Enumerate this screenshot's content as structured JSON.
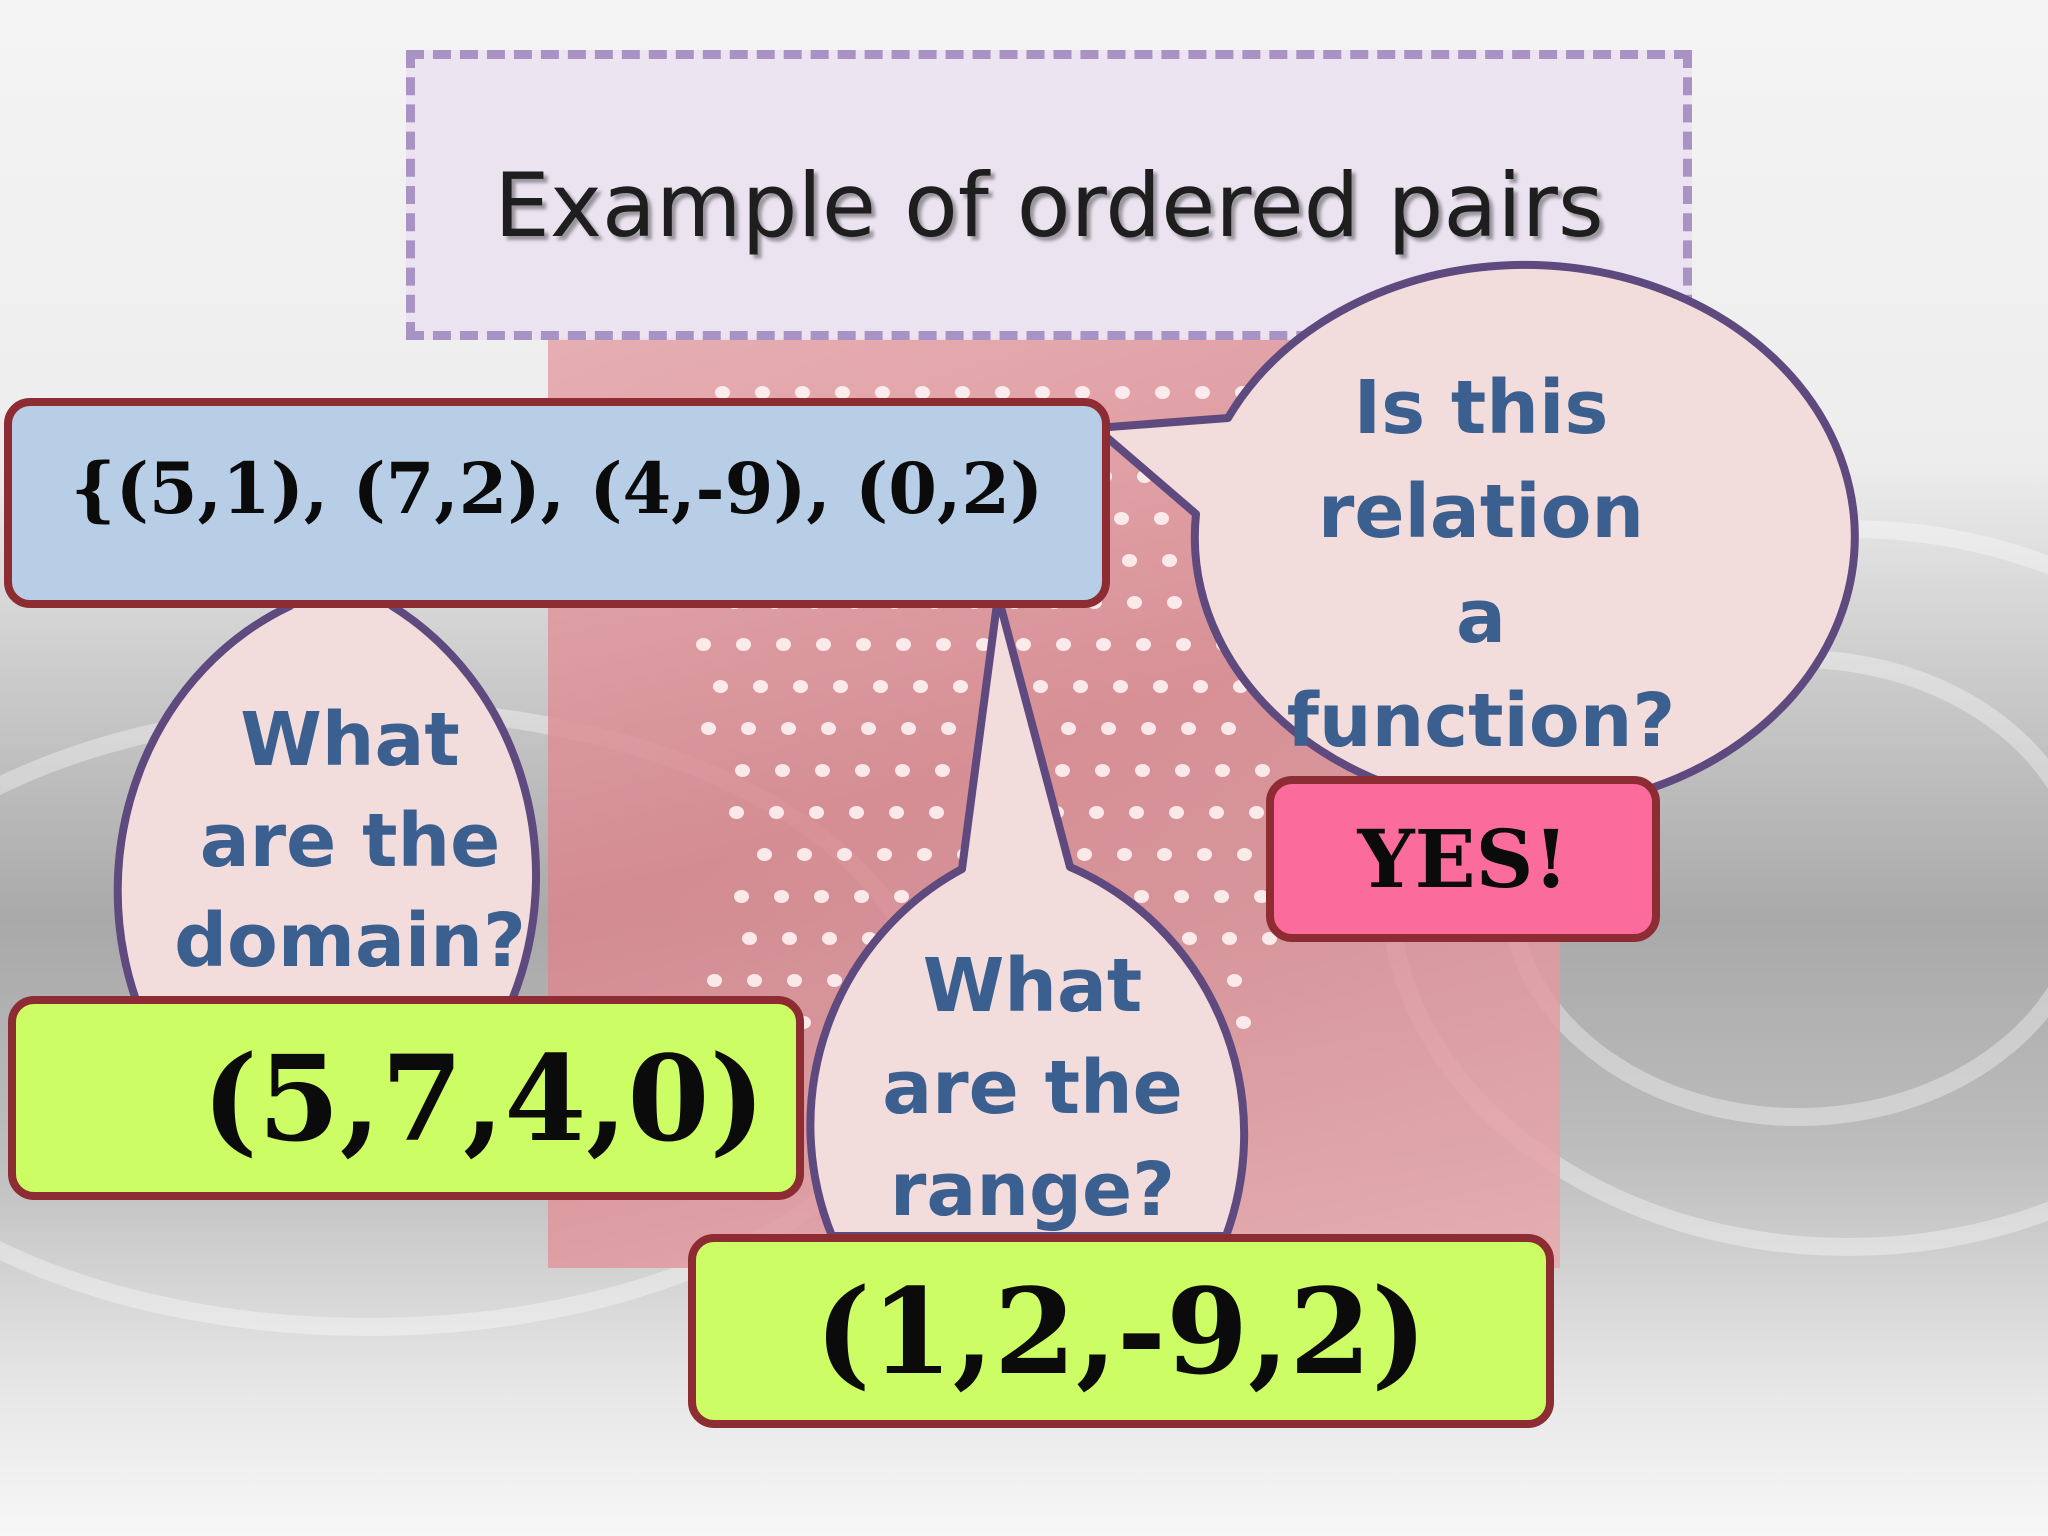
{
  "slide": {
    "title": "Example of ordered pairs",
    "relation_set": "{(5,1), (7,2), (4,-9), (0,2)",
    "question_function": [
      "Is this",
      "relation",
      "a",
      "function?"
    ],
    "answer_function": "YES!",
    "question_domain": [
      "What",
      "are the",
      "domain?"
    ],
    "answer_domain": "(5,7,4,0)",
    "question_range": [
      "What",
      "are the",
      "range?"
    ],
    "answer_range": "(1,2,-9,2)"
  },
  "colors": {
    "title_box_fill": "#ebe2f0",
    "title_box_border": "#a993c5",
    "set_box_fill": "#b8cde6",
    "answer_box_fill": "#cdfd65",
    "yes_box_fill": "#fb6c9c",
    "box_border": "#8e2c33",
    "bubble_fill": "#f3dcdc",
    "bubble_border": "#5e4a7e",
    "question_text": "#3b5f8f"
  }
}
